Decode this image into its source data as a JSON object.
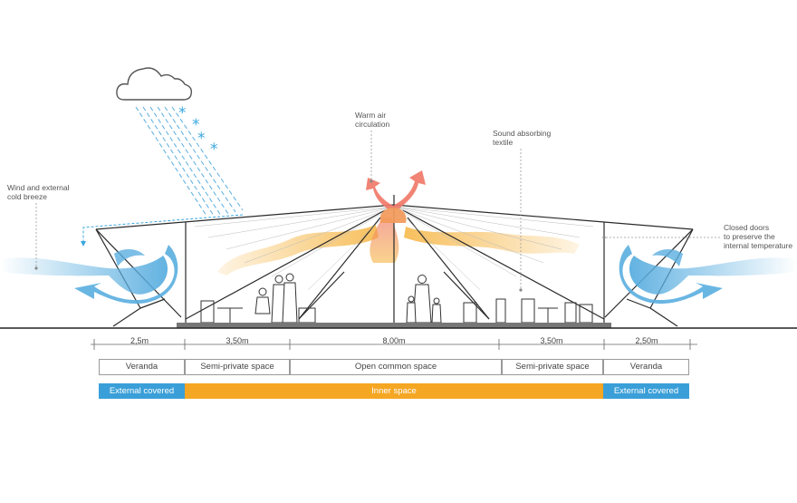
{
  "annotations": {
    "wind": [
      "Wind and external",
      "cold breeze"
    ],
    "warm_air": [
      "Warm air",
      "circulation"
    ],
    "textile": [
      "Sound absorbing",
      "textile"
    ],
    "doors": [
      "Closed doors",
      "to preserve the",
      "internal temperature"
    ]
  },
  "dimensions": [
    "2,5m",
    "3,50m",
    "8,00m",
    "3,50m",
    "2,50m"
  ],
  "zones": [
    "Veranda",
    "Semi-private space",
    "Open common space",
    "Semi-private space",
    "Veranda"
  ],
  "bands": [
    "External covered",
    "Inner space",
    "External covered"
  ],
  "colors": {
    "external_band": "#3a9fd8",
    "inner_band": "#f5a623",
    "wind_arrow": "#5aaee0",
    "warm_air": "#f07a6a",
    "warm_flow": "#f6b84a",
    "snow": "#3aa7e0",
    "structure": "#2a2a2a"
  },
  "icons": [
    "cloud-icon",
    "snowflake-icon",
    "rain-lines",
    "wind-arrow",
    "warm-air-arrow",
    "people-figures",
    "furniture"
  ]
}
